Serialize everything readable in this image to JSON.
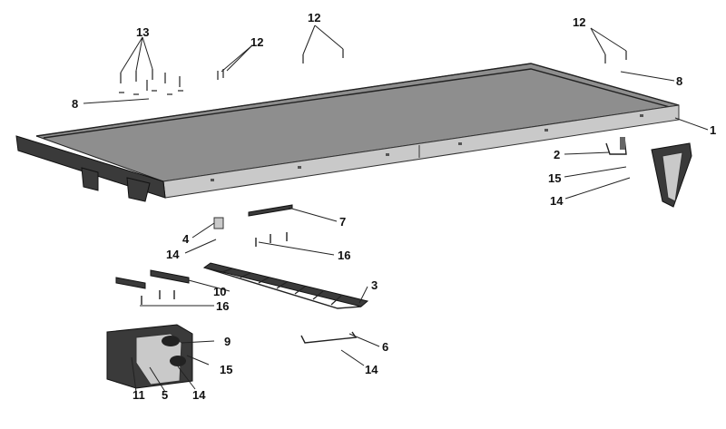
{
  "diagram": {
    "callouts": [
      {
        "id": "c1",
        "text": "1"
      },
      {
        "id": "c2",
        "text": "2"
      },
      {
        "id": "c3",
        "text": "3"
      },
      {
        "id": "c4",
        "text": "4"
      },
      {
        "id": "c5",
        "text": "5"
      },
      {
        "id": "c6",
        "text": "6"
      },
      {
        "id": "c7",
        "text": "7"
      },
      {
        "id": "c8a",
        "text": "8"
      },
      {
        "id": "c8b",
        "text": "8"
      },
      {
        "id": "c9",
        "text": "9"
      },
      {
        "id": "c10",
        "text": "10"
      },
      {
        "id": "c11",
        "text": "11"
      },
      {
        "id": "c12a",
        "text": "12"
      },
      {
        "id": "c12b",
        "text": "12"
      },
      {
        "id": "c12c",
        "text": "12"
      },
      {
        "id": "c13",
        "text": "13"
      },
      {
        "id": "c14a",
        "text": "14"
      },
      {
        "id": "c14b",
        "text": "14"
      },
      {
        "id": "c14c",
        "text": "14"
      },
      {
        "id": "c14d",
        "text": "14"
      },
      {
        "id": "c15a",
        "text": "15"
      },
      {
        "id": "c15b",
        "text": "15"
      },
      {
        "id": "c16a",
        "text": "16"
      },
      {
        "id": "c16b",
        "text": "16"
      }
    ]
  }
}
